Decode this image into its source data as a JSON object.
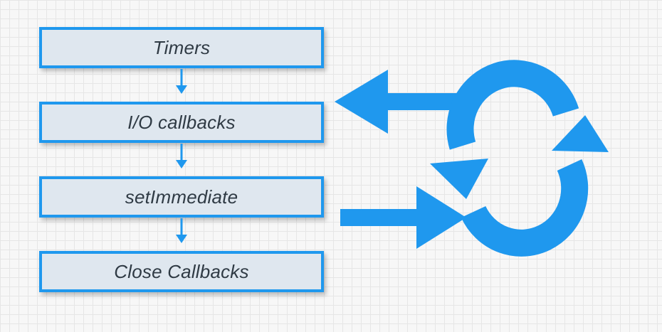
{
  "diagram": {
    "phases": [
      {
        "label": "Timers"
      },
      {
        "label": "I/O callbacks"
      },
      {
        "label": "setImmediate"
      },
      {
        "label": "Close Callbacks"
      }
    ],
    "colors": {
      "accent": "#1f98ee",
      "box_fill": "#dfe7ef",
      "text": "#2f3a44",
      "background": "#f7f7f7",
      "grid": "#e6e6e6"
    },
    "icons": {
      "loop": "refresh-cycle-icon",
      "incoming": "arrow-left-icon",
      "outgoing": "arrow-right-icon",
      "connector": "arrow-down-icon"
    }
  }
}
